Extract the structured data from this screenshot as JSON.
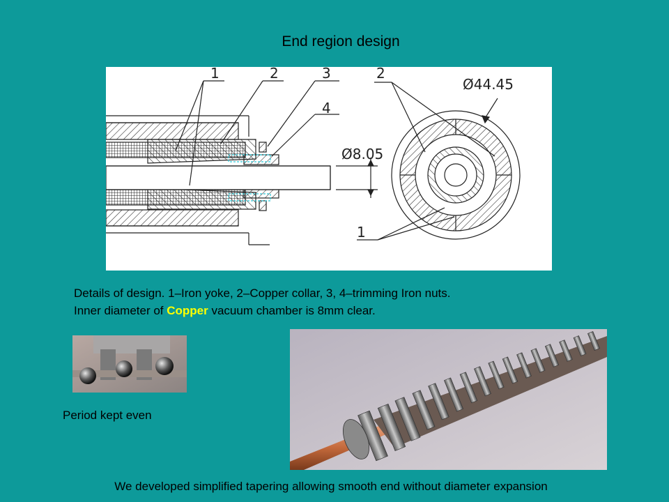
{
  "slide": {
    "title": "End region design",
    "caption_line1": "Details of design. 1–Iron yoke, 2–Copper collar, 3, 4–trimming Iron nuts.",
    "caption_line2_pre": "Inner diameter of ",
    "caption_line2_highlight": "Copper",
    "caption_line2_post": " vacuum chamber is 8mm clear.",
    "small_photo_label": "Period kept even",
    "bottom_text": "We developed simplified  tapering allowing smooth end without diameter expansion"
  },
  "drawing": {
    "labels": {
      "l1": "1",
      "l2": "2",
      "l3": "3",
      "l4": "4",
      "r2": "2",
      "r1": "1",
      "dia_outer": "Ø44.45",
      "dia_inner": "Ø8.05"
    }
  },
  "colors": {
    "background": "#0d9a9a",
    "highlight": "#ffff00",
    "copper": "#c97a4a"
  }
}
